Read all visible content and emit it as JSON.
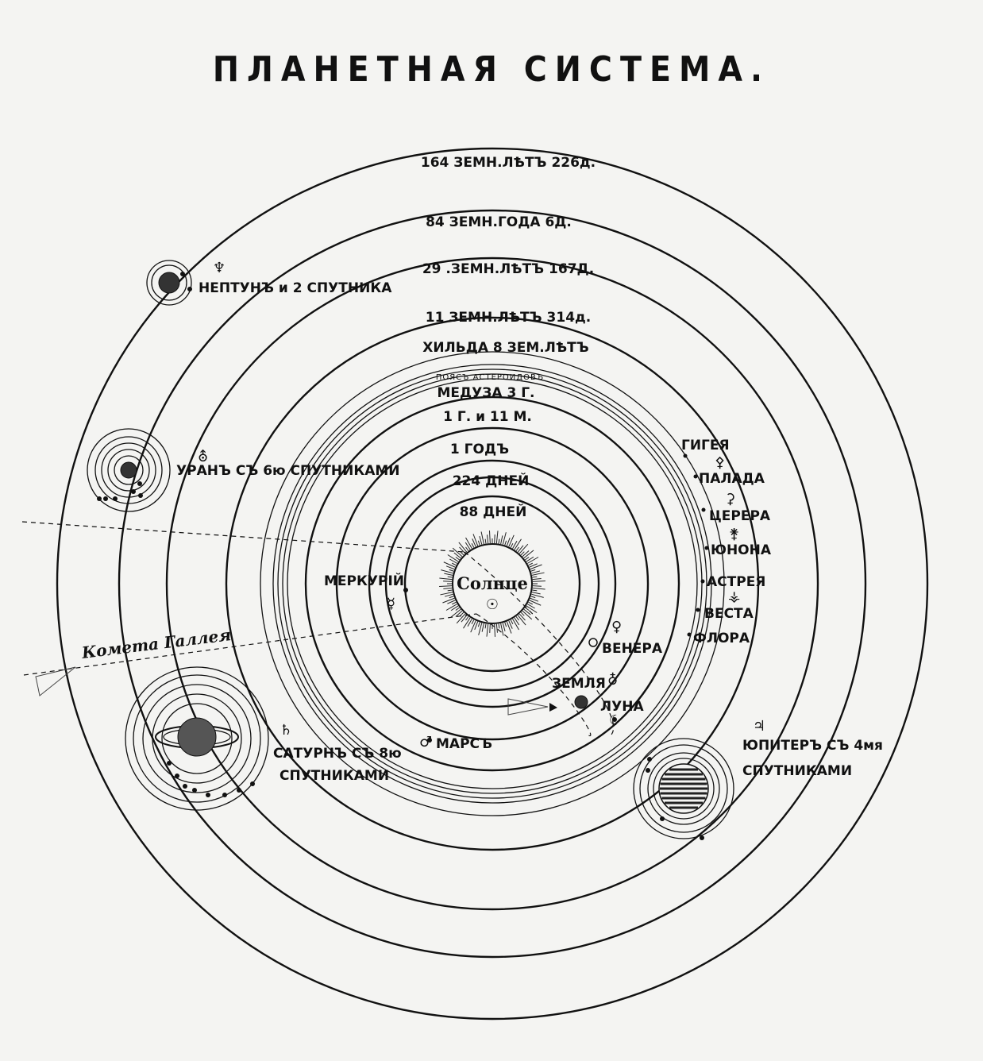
{
  "title": "ПЛАНЕТНАЯ СИСТЕМА.",
  "sun": "Солнце",
  "periods": {
    "neptune": "164 ЗЕМН.ЛѢТЪ 226д.",
    "uranus": "84 ЗЕМН.ГОДА 6Д.",
    "saturn": "29 .ЗЕМН.ЛѢТЪ 167Д.",
    "jupiter": "11 ЗЕМН.ЛѢТЪ 314д.",
    "hilda": "ХИЛЬДА 8 ЗЕМ.ЛѢТЪ",
    "belt": "ПОЯСЪ АСТЕРОИДОВЪ",
    "medusa": "МЕДУЗА 3 Г.",
    "mars": "1 Г. и 11 М.",
    "earth": "1 ГОДЪ",
    "venus": "224 ДНЕЙ",
    "mercury": "88 ДНЕЙ"
  },
  "planets": {
    "neptune": "НЕПТУНЪ и 2 СПУТНИКА",
    "uranus": "УРАНЪ СЪ 6ю СПУТНИКАМИ",
    "mercury": "МЕРКУРІЙ",
    "venus": "ВЕНЕРА",
    "earth": "ЗЕМЛЯ",
    "moon": "ЛУНА",
    "mars": "МАРСЪ",
    "saturn1": "САТУРНЪ СЪ 8ю",
    "saturn2": "СПУТНИКАМИ",
    "jupiter1": "ЮПИТЕРЪ СЪ 4мя",
    "jupiter2": "СПУТНИКАМИ"
  },
  "asteroids": [
    "ГИГЕЯ",
    "ПАЛАДА",
    "ЦЕРЕРА",
    "ЮНОНА",
    "АСТРЕЯ",
    "ВЕСТА",
    "ФЛОРА"
  ],
  "comet": "Комета Галлея",
  "symbols": {
    "neptune": "♆",
    "uranus": "⛢",
    "mercury": "☿",
    "venus": "♀",
    "earth": "♁",
    "moon": "☾",
    "mars": "♂",
    "saturn": "♄",
    "jupiter": "♃",
    "sun": "☉",
    "pallas": "⚴",
    "ceres": "⚳",
    "juno": "⚵",
    "vesta": "⚶"
  }
}
